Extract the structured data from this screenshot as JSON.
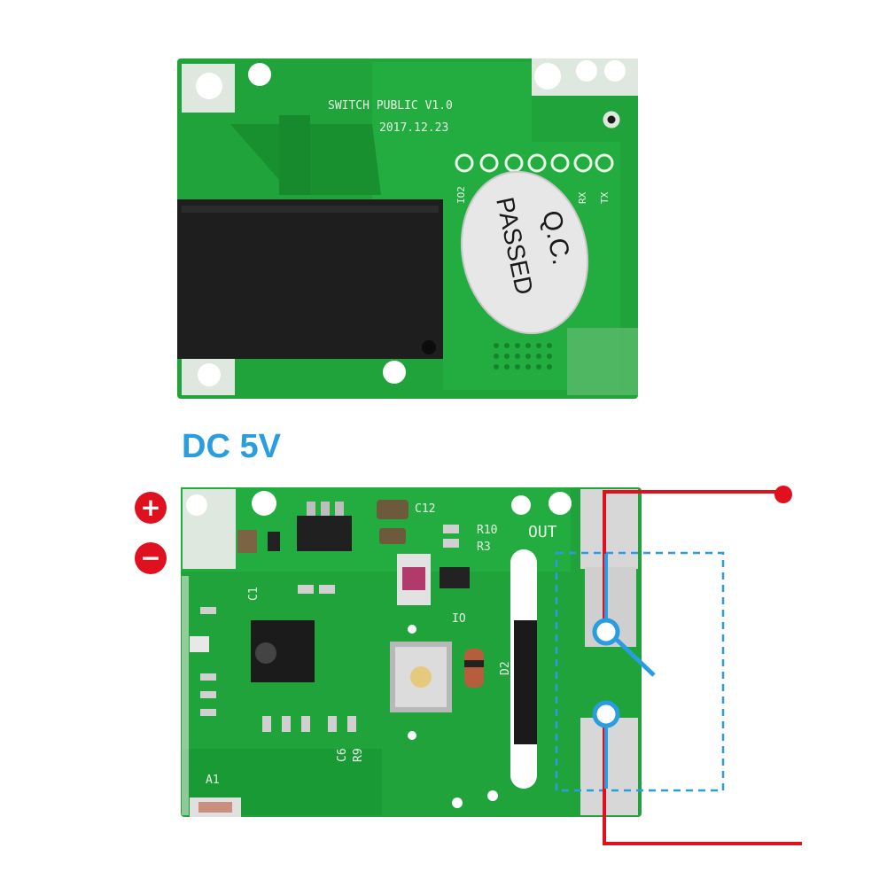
{
  "title": "DC 5V",
  "top_board": {
    "silkscreen_name": "SWITCH PUBLIC V1.0",
    "silkscreen_date": "2017.12.23",
    "pin_labels": [
      "IO2",
      "RX",
      "TX"
    ],
    "sticker_line1": "Q.C.",
    "sticker_line2": "PASSED"
  },
  "bottom_board": {
    "out_label": "OUT",
    "component_labels": {
      "c12": "C12",
      "r10": "R10",
      "r3": "R3",
      "c1": "C1",
      "io": "IO",
      "d2": "D2",
      "a1": "A1",
      "r9": "R9",
      "c6": "C6"
    }
  },
  "symbols": {
    "plus": "+",
    "minus": "−"
  },
  "colors": {
    "pcb_green": "#1fa33a",
    "pcb_dark": "#178a2f",
    "title_blue": "#2a9de0",
    "wire_red": "#e0101e",
    "dash_blue": "#2a9de0",
    "relay_black": "#1e1e1e"
  }
}
